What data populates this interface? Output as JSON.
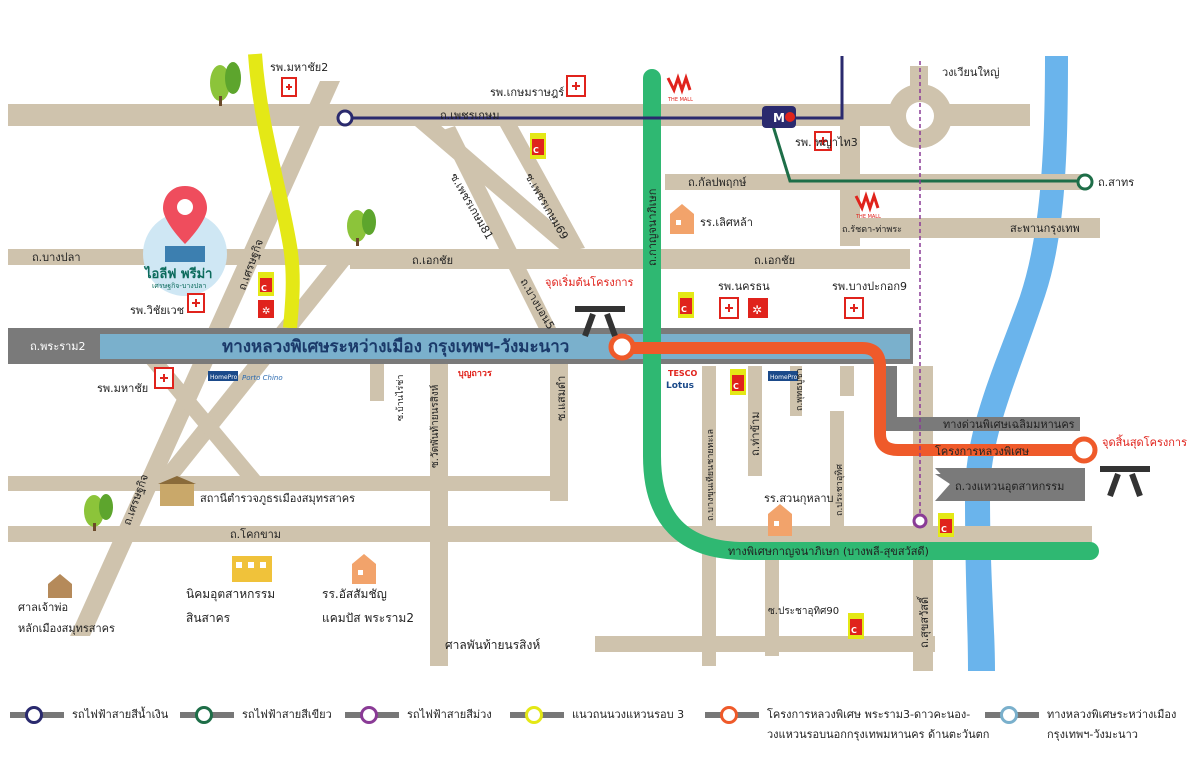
{
  "colors": {
    "road": "#cfc3ad",
    "expressway": "#7a7a7a",
    "main_highway": "#7ab0cc",
    "river": "#6ab4ec",
    "blue_line": "#2a2a6e",
    "green_line": "#1e6e48",
    "purple_line": "#8a3b96",
    "ring_road_yellow": "#e4e816",
    "project_orange": "#ef5a2a",
    "kanchana_green": "#2fb872",
    "red_label": "#e0231c"
  },
  "map": {
    "main_highway_label": "ทางหลวงพิเศษระหว่างเมือง กรุงเทพฯ-วังมะนาว",
    "project_start_label": "จุดเริ่มต้นโครงการ",
    "project_end_label": "จุดสิ้นสุดโครงการ",
    "project_name": "โครงการหลวงพิเศษ",
    "kanchana_label": "ทางพิเศษกาญจนาภิเษก (บางพลี-สุขสวัสดี)",
    "chalerm_label": "ทางด่วนพิเศษเฉลิมมหานคร",
    "ring_road_label": "ถ.วงแหวนอุตสาหกรรม",
    "roads": {
      "rama2": "ถ.พระราม2",
      "phetkasem": "ถ.เพชรเกษม",
      "kanlapaphruek": "ถ.กัลปพฤกษ์",
      "sathorn": "ถ.สาทร",
      "ratchada": "ถ.รัชดา-ท่าพระ",
      "bang_pla": "ถ.บางปลา",
      "ekachai_left": "ถ.เอกชัย",
      "ekachai_right": "ถ.เอกชัย",
      "kok_kham": "ถ.โคกขาม",
      "phetkasem81": "ซ.เพชรเกษม81",
      "phetkasem69": "ซ.เพชรเกษม69",
      "kanchanaphisek": "ถ.กาญจนาภิเษก",
      "setthakit": "ถ.เศรษฐกิจ",
      "setthakit2": "ถ.เศรษฐกิจ",
      "bang_bon5": "ถ.บางบอน5",
      "ban_raicha": "ซ.บ้านไร่ช่า",
      "wat_phanthai": "ซ.วัดพันท้ายนรสิงห์",
      "saen_dam": "ซ.แสมดำ",
      "bang_khun_thian": "ถ.บางขุนเทียนชายทะเล",
      "tha_kham": "ถ.ท่าข้าม",
      "phutthabucha": "ถ.พุทธบูชา",
      "pracha_uthit": "ถ.ประชาอุทิศ",
      "pracha_uthit90": "ซ.ประชาอุทิศ90",
      "suk_sawat": "ถ.สุขสวัสดิ์",
      "wongwian_yai": "วงเวียนใหญ่",
      "saphan_krungthep": "สะพานกรุงเทพ"
    },
    "places": {
      "mahachai2": "รพ.มหาชัย2",
      "kasemrad": "รพ.เกษมราษฎร์",
      "phyathai3": "รพ.\nพญาไท3",
      "wichaiwet": "รพ.วิชัยเวช",
      "mahachai": "รพ.มหาชัย",
      "nakhonthon": "รพ.นครธน",
      "bang_pakok9": "รพ.บางปะกอก9",
      "loetla": "รร.เลิศหล้า",
      "suan_kularb": "รร.สวนกุหลาบ",
      "police": "สถานีตำรวจภูธรเมืองสมุทรสาคร",
      "industrial_line1": "นิคมอุตสาหกรรม",
      "industrial_line2": "สินสาคร",
      "assumption_line1": "รร.อัสสัมชัญ",
      "assumption_line2": "แคมปัส พระราม2",
      "phanthai_shrine": "ศาลพันท้ายนรสิงห์",
      "shrine_line1": "ศาลเจ้าพ่อ",
      "shrine_line2": "หลักเมืองสมุทรสาคร"
    },
    "project_brand": "ไอลีฟ พรีม่า",
    "project_brand_sub": "เศรษฐกิจ-บางปลา",
    "logos": {
      "tesco_top": "TESCO",
      "tesco_bottom": "Lotus",
      "homepro": "HomePro",
      "porto": "Porto Chino",
      "boonthavorn": "บุญถาวร",
      "mall": "THE MALL",
      "bigc": "C",
      "metro": "M"
    }
  },
  "legend": [
    {
      "label": "รถไฟฟ้าสายสีน้ำเงิน",
      "color": "#2a2a6e"
    },
    {
      "label": "รถไฟฟ้าสายสีเขียว",
      "color": "#1e6e48"
    },
    {
      "label": "รถไฟฟ้าสายสีม่วง",
      "color": "#8a3b96"
    },
    {
      "label": "แนวถนนวงแหวนรอบ 3",
      "color": "#e4e816"
    },
    {
      "label": "โครงการหลวงพิเศษ พระราม3-ดาวคะนอง-",
      "label2": "วงแหวนรอบนอกกรุงเทพมหานคร ด้านตะวันตก",
      "color": "#ef5a2a"
    },
    {
      "label": "ทางหลวงพิเศษระหว่างเมือง",
      "label2": "กรุงเทพฯ-วังมะนาว",
      "color": "#7ab0cc"
    }
  ]
}
